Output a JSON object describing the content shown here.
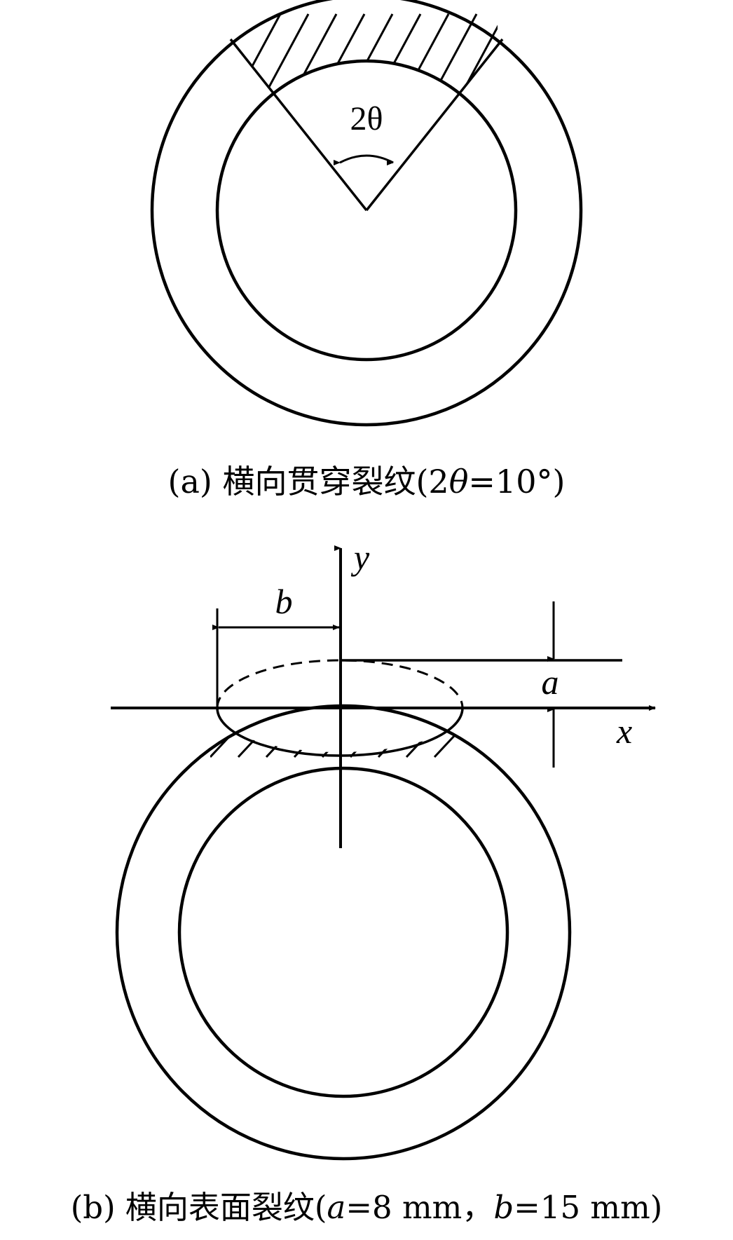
{
  "figure_a": {
    "angle_label": "2θ",
    "caption": {
      "prefix": "(a) 横向贯穿裂纹(2",
      "theta": "θ",
      "suffix": "=10°)"
    }
  },
  "figure_b": {
    "axis_y_label": "y",
    "axis_x_label": "x",
    "dim_b_label": "b",
    "dim_a_label": "a",
    "caption": {
      "prefix": "(b) 横向表面裂纹(",
      "a_var": "a",
      "a_value": "=8 mm，",
      "b_var": "b",
      "b_value": "=15 mm)"
    }
  }
}
